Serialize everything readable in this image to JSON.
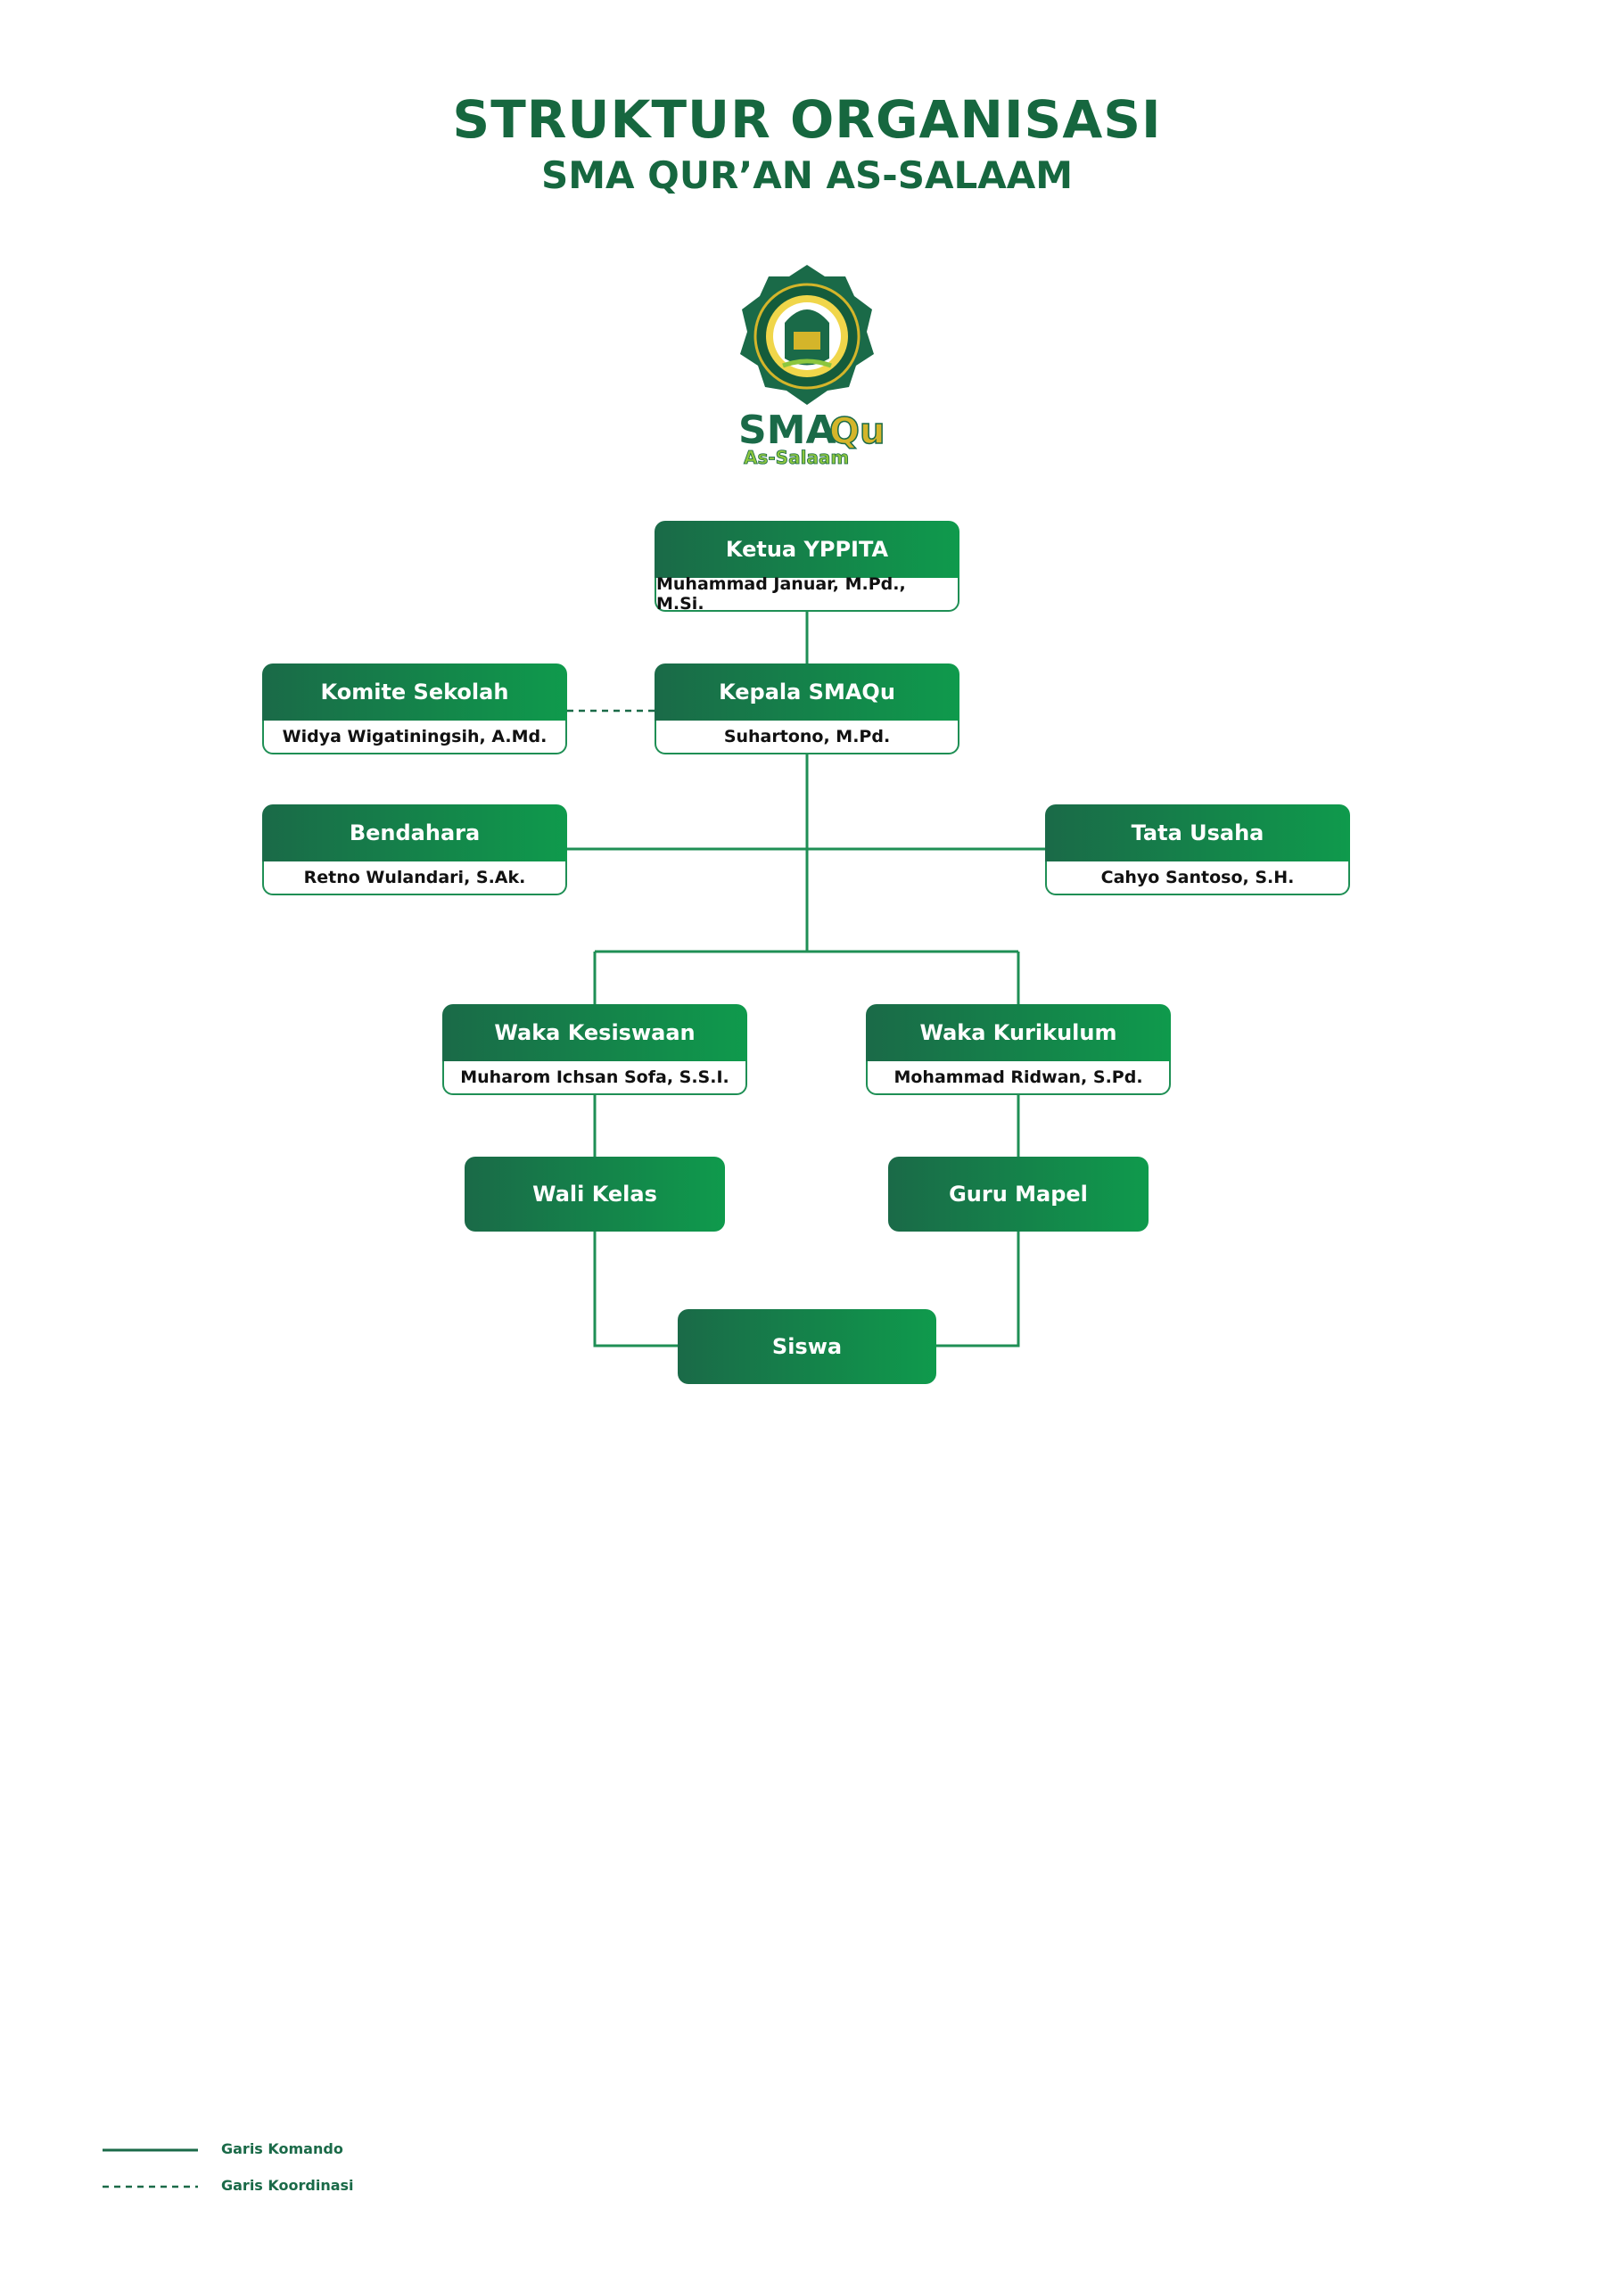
{
  "title": "STRUKTUR ORGANISASI",
  "subtitle": "SMA QUR’AN AS-SALAAM",
  "logo": {
    "wordmark_main": "SMA",
    "wordmark_accent": "Qu",
    "wordmark_sub": "As-Salaam",
    "colors": {
      "green": "#1a6a48",
      "gold": "#d4b52a",
      "lime": "#8cc63e"
    }
  },
  "nodes": {
    "ketua": {
      "role": "Ketua YPPITA",
      "name": "Muhammad Januar, M.Pd., M.Si."
    },
    "kepala": {
      "role": "Kepala SMAQu",
      "name": "Suhartono, M.Pd."
    },
    "komite": {
      "role": "Komite Sekolah",
      "name": "Widya Wigatiningsih, A.Md."
    },
    "bendahara": {
      "role": "Bendahara",
      "name": "Retno Wulandari, S.Ak."
    },
    "tata_usaha": {
      "role": "Tata Usaha",
      "name": "Cahyo Santoso, S.H."
    },
    "waka_kesiswaan": {
      "role": "Waka Kesiswaan",
      "name": "Muharom Ichsan Sofa, S.S.I."
    },
    "waka_kurikulum": {
      "role": "Waka Kurikulum",
      "name": "Mohammad Ridwan, S.Pd."
    },
    "wali_kelas": {
      "role": "Wali Kelas"
    },
    "guru_mapel": {
      "role": "Guru Mapel"
    },
    "siswa": {
      "role": "Siswa"
    }
  },
  "legend": {
    "command": "Garis Komando",
    "coordination": "Garis Koordinasi"
  },
  "colors": {
    "primary": "#1a6a48",
    "primary_light": "#0f9a4c",
    "line": "#1f8f55"
  }
}
